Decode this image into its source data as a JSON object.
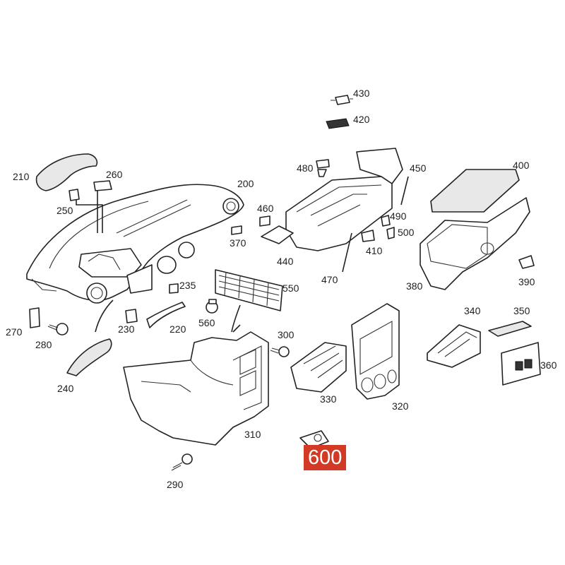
{
  "highlight_color": "#d23a26",
  "callouts": [
    {
      "id": "p200",
      "text": "200"
    },
    {
      "id": "p210",
      "text": "210"
    },
    {
      "id": "p220",
      "text": "220"
    },
    {
      "id": "p230",
      "text": "230"
    },
    {
      "id": "p235",
      "text": "235"
    },
    {
      "id": "p240",
      "text": "240"
    },
    {
      "id": "p250",
      "text": "250"
    },
    {
      "id": "p260",
      "text": "260"
    },
    {
      "id": "p270",
      "text": "270"
    },
    {
      "id": "p280",
      "text": "280"
    },
    {
      "id": "p290",
      "text": "290"
    },
    {
      "id": "p300",
      "text": "300"
    },
    {
      "id": "p310",
      "text": "310"
    },
    {
      "id": "p320",
      "text": "320"
    },
    {
      "id": "p330",
      "text": "330"
    },
    {
      "id": "p340",
      "text": "340"
    },
    {
      "id": "p350",
      "text": "350"
    },
    {
      "id": "p360",
      "text": "360"
    },
    {
      "id": "p370",
      "text": "370"
    },
    {
      "id": "p380",
      "text": "380"
    },
    {
      "id": "p390",
      "text": "390"
    },
    {
      "id": "p400",
      "text": "400"
    },
    {
      "id": "p410",
      "text": "410"
    },
    {
      "id": "p420",
      "text": "420"
    },
    {
      "id": "p430",
      "text": "430"
    },
    {
      "id": "p440",
      "text": "440"
    },
    {
      "id": "p450",
      "text": "450"
    },
    {
      "id": "p460",
      "text": "460"
    },
    {
      "id": "p470",
      "text": "470"
    },
    {
      "id": "p480",
      "text": "480"
    },
    {
      "id": "p490",
      "text": "490"
    },
    {
      "id": "p500",
      "text": "500"
    },
    {
      "id": "p550",
      "text": "550"
    },
    {
      "id": "p560",
      "text": "560"
    },
    {
      "id": "p600",
      "text": "600",
      "highlighted": true
    }
  ]
}
